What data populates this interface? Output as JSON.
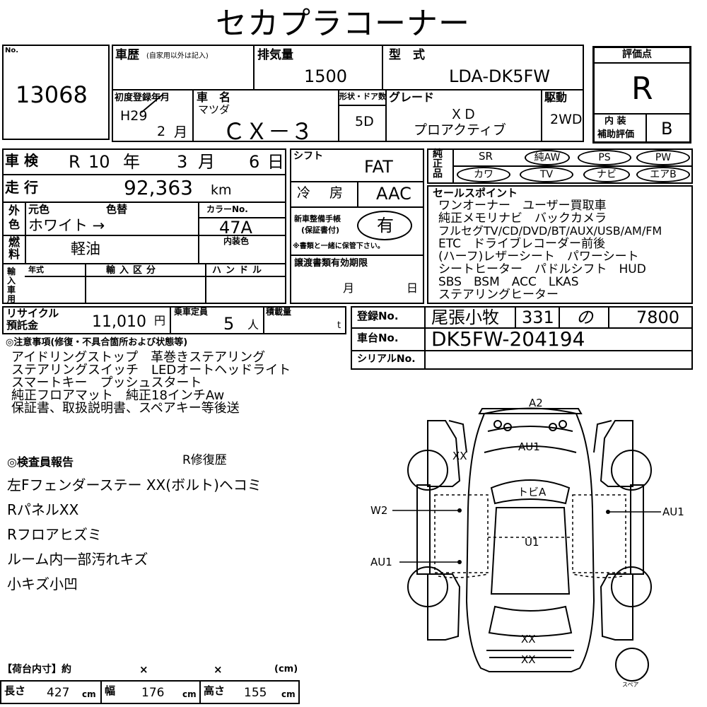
{
  "header": {
    "title": "セカプラコーナー"
  },
  "no": {
    "label": "No.",
    "value": "13068"
  },
  "history": {
    "label": "車歴",
    "note": "(自家用以外は記入)"
  },
  "displacement": {
    "label": "排気量",
    "value": "1500"
  },
  "model": {
    "label": "型　式",
    "value": "LDA-DK5FW"
  },
  "score": {
    "label": "評価点",
    "value": "R",
    "interior_label_1": "内 装",
    "interior_label_2": "補助評価",
    "interior_value": "B"
  },
  "first_reg": {
    "label": "初度登録年月",
    "era_year": "H29",
    "month": "2",
    "month_unit": "月"
  },
  "car_name": {
    "label": "車　名",
    "maker": "マツダ",
    "value": "ＣＸ－３"
  },
  "body": {
    "label": "形状・ドア数",
    "value": "5D"
  },
  "grade": {
    "label": "グレード",
    "line1": "ＸＤ",
    "line2": "プロアクティブ"
  },
  "drive": {
    "label": "駆動",
    "value": "2WD"
  },
  "inspection": {
    "label": "車 検",
    "era": "R",
    "year": "10",
    "year_unit": "年",
    "month": "3",
    "month_unit": "月",
    "day": "6",
    "day_unit": "日"
  },
  "shift": {
    "label": "シフト",
    "value": "FAT"
  },
  "equipment": {
    "label": "純正品",
    "items": [
      "SR",
      "純AW",
      "PS",
      "PW",
      "カワ",
      "TV",
      "ナビ",
      "エアB"
    ]
  },
  "mileage": {
    "label": "走 行",
    "value": "92,363",
    "unit": "km"
  },
  "ac": {
    "label": "冷　房",
    "value": "AAC"
  },
  "color": {
    "label_1": "外",
    "label_2": "色",
    "original_label": "元色",
    "repaint_label": "色替",
    "value": "ホワイト →",
    "code_label": "カラーNo.",
    "code": "47A",
    "interior_label": "内装色"
  },
  "maintenance": {
    "label_1": "新車整備手帳",
    "label_2": "(保証書付)",
    "value": "有",
    "note": "※書類と一緒に保管下さい。"
  },
  "fuel": {
    "label_1": "燃",
    "label_2": "料",
    "value": "軽油"
  },
  "import": {
    "label": "輸入車用",
    "year_label": "年式",
    "class_label": "輸入区分",
    "handle_label": "ハンドル"
  },
  "transfer": {
    "label": "譲渡書類有効期限",
    "month": "月",
    "day": "日"
  },
  "sales_points": {
    "label": "セールスポイント",
    "lines": [
      "ワンオーナー　ユーザー買取車",
      "純正メモリナビ　バックカメラ",
      "フルセグTV/CD/DVD/BT/AUX/USB/AM/FM",
      "ETC　ドライブレコーダー前後",
      "(ハーフ)レザーシート　パワーシート",
      "シートヒーター　パドルシフト　HUD",
      "SBS　BSM　ACC　LKAS",
      "ステアリングヒーター"
    ]
  },
  "recycle": {
    "label_1": "リサイクル",
    "label_2": "預託金",
    "value": "11,010",
    "unit": "円"
  },
  "capacity": {
    "label": "乗車定員",
    "value": "5",
    "unit": "人"
  },
  "load": {
    "label": "積載量",
    "unit": "t"
  },
  "registration": {
    "label": "登録No.",
    "area": "尾張小牧",
    "class": "331",
    "kana": "の",
    "number": "7800"
  },
  "chassis": {
    "label": "車台No.",
    "value": "DK5FW-204194"
  },
  "serial": {
    "label": "シリアルNo."
  },
  "notes": {
    "label": "◎注意事項(修復・不具合箇所および状態等)",
    "lines": [
      "アイドリングストップ　革巻きステアリング",
      "ステアリングスイッチ　LEDオートヘッドライト",
      "スマートキー　プッシュスタート",
      "純正フロアマット　純正18インチAw",
      "保証書、取扱説明書、スペアキー等後送"
    ]
  },
  "inspector": {
    "label": "◎検査員報告",
    "repair": "R修復歴",
    "lines": [
      "左Fフェンダーステー XX(ボルト)ヘコミ",
      "RパネルXX",
      "Rフロアヒズミ",
      "ルーム内一部汚れキズ",
      "小キズ小凹"
    ]
  },
  "diagram": {
    "a2": "A2",
    "au1_hood": "AU1",
    "xx_left": "XX",
    "tobia": "トビA",
    "w2": "W2",
    "au1_right": "AU1",
    "u1": "U1",
    "au1_left": "AU1",
    "xx_rear1": "XX",
    "xx_rear2": "XX",
    "spare": "スペア"
  },
  "cargo": {
    "label": "【荷台内寸】約",
    "x1": "×",
    "x2": "×",
    "unit": "(cm)",
    "length_label": "長さ",
    "length": "427",
    "width_label": "幅",
    "width": "176",
    "height_label": "高さ",
    "height": "155",
    "cm": "cm"
  }
}
